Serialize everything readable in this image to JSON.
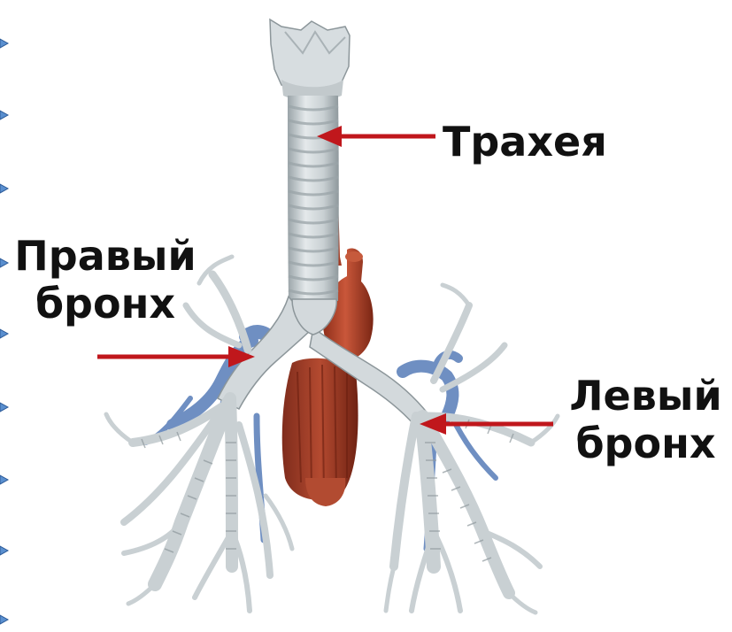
{
  "labels": {
    "trachea": "Трахея",
    "right_bronchus_line1": "Правый",
    "right_bronchus_line2": "бронх",
    "left_bronchus_line1": "Левый",
    "left_bronchus_line2": "бронх"
  },
  "colors": {
    "arrow": "#c0171c",
    "trachea": "#d3d9dc",
    "aorta": "#b8452a",
    "vein": "#6f8fc2",
    "bullet": "#5a8fcf"
  }
}
